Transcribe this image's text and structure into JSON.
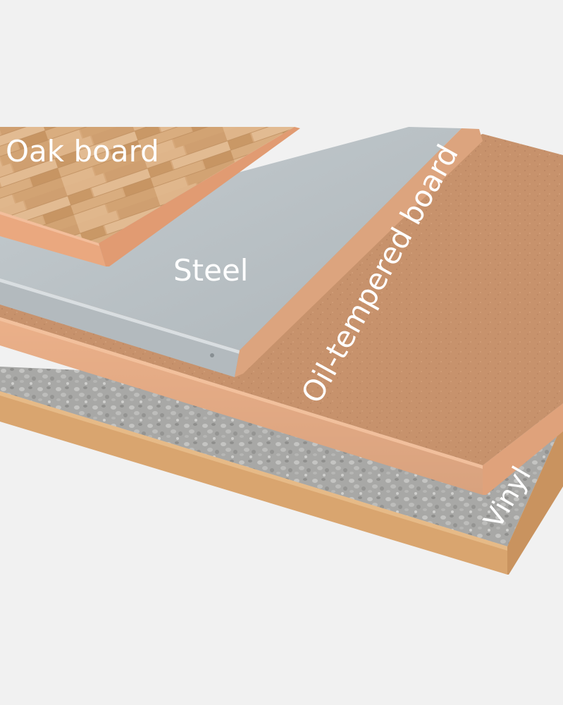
{
  "labels": {
    "oak": "Oak board",
    "steel": "Steel",
    "oil_tempered": "Oil-tempered board",
    "vinyl": "Vinyl"
  },
  "colors": {
    "background": "#f1f1f1",
    "oak_top": "#d9ad80",
    "oak_edge": "#e9a77e",
    "steel_top": "#b9c0c4",
    "steel_edge": "#d7a27f",
    "hardboard_top": "#c5906a",
    "hardboard_edge": "#ebb089",
    "vinyl_top": "#a8a8a6",
    "vinyl_edge": "#d8a26e",
    "label_text": "#ffffff"
  }
}
